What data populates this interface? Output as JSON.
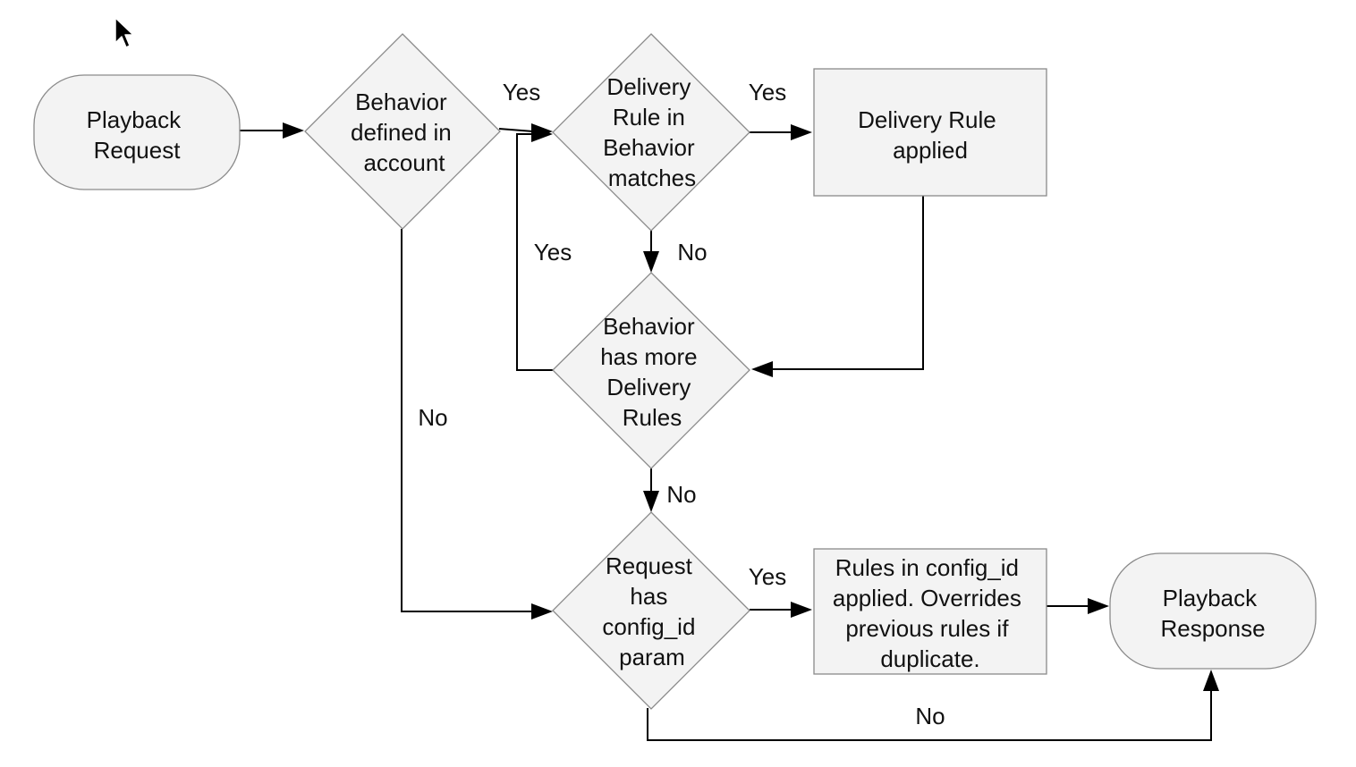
{
  "diagram": {
    "nodes": {
      "playback_request": {
        "label": [
          "Playback",
          "Request"
        ]
      },
      "behavior_defined": {
        "label": [
          "Behavior",
          "defined in",
          "account"
        ]
      },
      "rule_matches": {
        "label": [
          "Delivery",
          "Rule in",
          "Behavior",
          "matches"
        ]
      },
      "rule_applied": {
        "label": [
          "Delivery Rule",
          "applied"
        ]
      },
      "more_rules": {
        "label": [
          "Behavior",
          "has more",
          "Delivery",
          "Rules"
        ]
      },
      "has_config_id": {
        "label": [
          "Request",
          "has",
          "config_id",
          "param"
        ]
      },
      "config_rules_applied": {
        "label": [
          "Rules in config_id",
          "applied. Overrides",
          "previous rules if",
          "duplicate."
        ]
      },
      "playback_response": {
        "label": [
          "Playback",
          "Response"
        ]
      }
    },
    "edges": {
      "behavior_yes": "Yes",
      "behavior_no": "No",
      "match_yes": "Yes",
      "match_no": "No",
      "more_yes": "Yes",
      "more_no": "No",
      "config_yes": "Yes",
      "config_no": "No"
    }
  },
  "colors": {
    "shape_fill": "#f3f3f3",
    "shape_stroke": "#8a8a8a",
    "line": "#000000",
    "text": "#111111"
  },
  "icons": {
    "cursor": "mouse-pointer-icon"
  }
}
